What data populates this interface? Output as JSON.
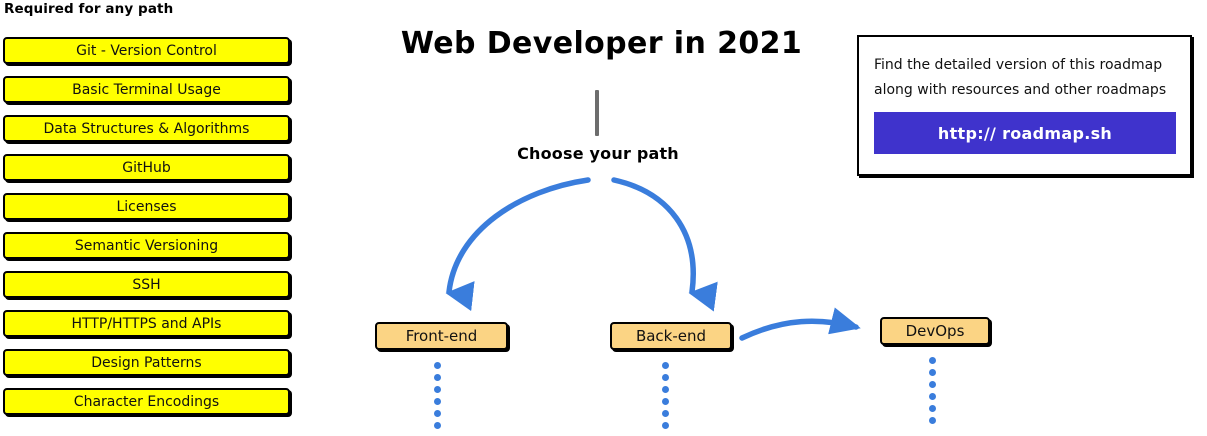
{
  "page": {
    "title": "Web Developer in 2021",
    "background_color": "#ffffff"
  },
  "colors": {
    "required_box_fill": "#ffff00",
    "node_box_fill": "#fbd484",
    "arrow_blue": "#3a7ddc",
    "button_blue": "#3f33cc",
    "stem_gray": "#6d6d6d",
    "outline_black": "#000000"
  },
  "required_section": {
    "heading": "Required for any path",
    "items": [
      {
        "label": "Git - Version Control"
      },
      {
        "label": "Basic Terminal Usage"
      },
      {
        "label": "Data Structures & Algorithms"
      },
      {
        "label": "GitHub"
      },
      {
        "label": "Licenses"
      },
      {
        "label": "Semantic Versioning"
      },
      {
        "label": "SSH"
      },
      {
        "label": "HTTP/HTTPS and APIs"
      },
      {
        "label": "Design Patterns"
      },
      {
        "label": "Character Encodings"
      }
    ]
  },
  "flow": {
    "choose_label": "Choose your path",
    "nodes": [
      {
        "id": "frontend",
        "label": "Front-end"
      },
      {
        "id": "backend",
        "label": "Back-end"
      },
      {
        "id": "devops",
        "label": "DevOps"
      }
    ],
    "dot_count": 6
  },
  "roadmap_card": {
    "line1": "Find the detailed version of this roadmap",
    "line2": "along with resources and other roadmaps",
    "button_label": "http:// roadmap.sh"
  }
}
